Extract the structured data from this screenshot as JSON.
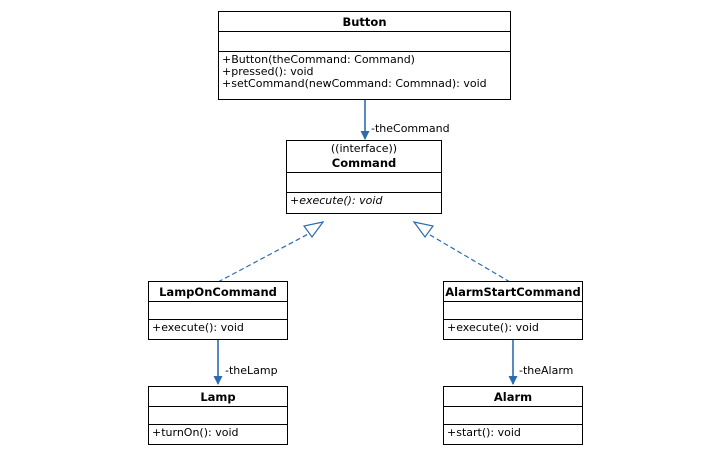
{
  "classes": {
    "button": {
      "name": "Button",
      "operations": [
        "+Button(theCommand: Command)",
        "+pressed(): void",
        "+setCommand(newCommand: Commnad): void"
      ]
    },
    "command": {
      "stereotype": "((interface))",
      "name": "Command",
      "operations": [
        "+execute(): void"
      ]
    },
    "lamp_on_command": {
      "name": "LampOnCommand",
      "operations": [
        "+execute(): void"
      ]
    },
    "alarm_start_command": {
      "name": "AlarmStartCommand",
      "operations": [
        "+execute(): void"
      ]
    },
    "lamp": {
      "name": "Lamp",
      "operations": [
        "+turnOn(): void"
      ]
    },
    "alarm": {
      "name": "Alarm",
      "operations": [
        "+start(): void"
      ]
    }
  },
  "associations": {
    "button_command": "-theCommand",
    "lamp_on_lamp": "-theLamp",
    "alarm_start_alarm": "-theAlarm"
  },
  "colors": {
    "association": "#2b6cb0",
    "realization": "#2b6cb0"
  }
}
